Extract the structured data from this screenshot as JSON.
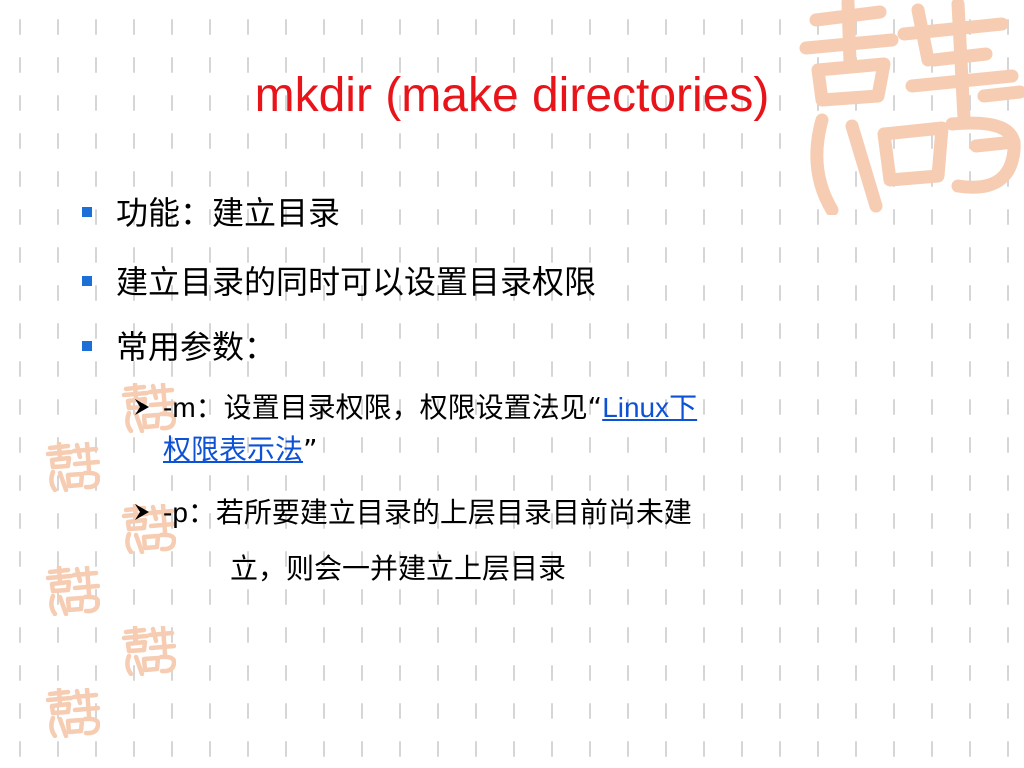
{
  "slide": {
    "title": "mkdir (make directories)",
    "bullets": [
      {
        "text": "功能：建立目录"
      },
      {
        "text": "建立目录的同时可以设置目录权限"
      },
      {
        "text": "常用参数："
      }
    ],
    "sub_items": [
      {
        "option": "-m",
        "separator": "：",
        "text_before_link": "设置目录权限，权限设置法见“",
        "link_text_line1": "Linux下",
        "link_text_line2": "权限表示法",
        "text_after_link": "”"
      },
      {
        "option": "-p",
        "separator": "：",
        "line1": "若所要建立目录的上层目录目前尚未建",
        "line2": "立，则会一并建立上层目录"
      }
    ]
  },
  "colors": {
    "title": "#e8141a",
    "bullet_mark": "#1c6fd6",
    "link": "#0d52d6",
    "seal": "#f6cdb2",
    "grid_marks": "#d6d6d6"
  },
  "icons": {
    "bullet": "square-bullet-icon",
    "sub_bullet": "arrow-bullet-icon",
    "seal": "decorative-seal-icon"
  }
}
